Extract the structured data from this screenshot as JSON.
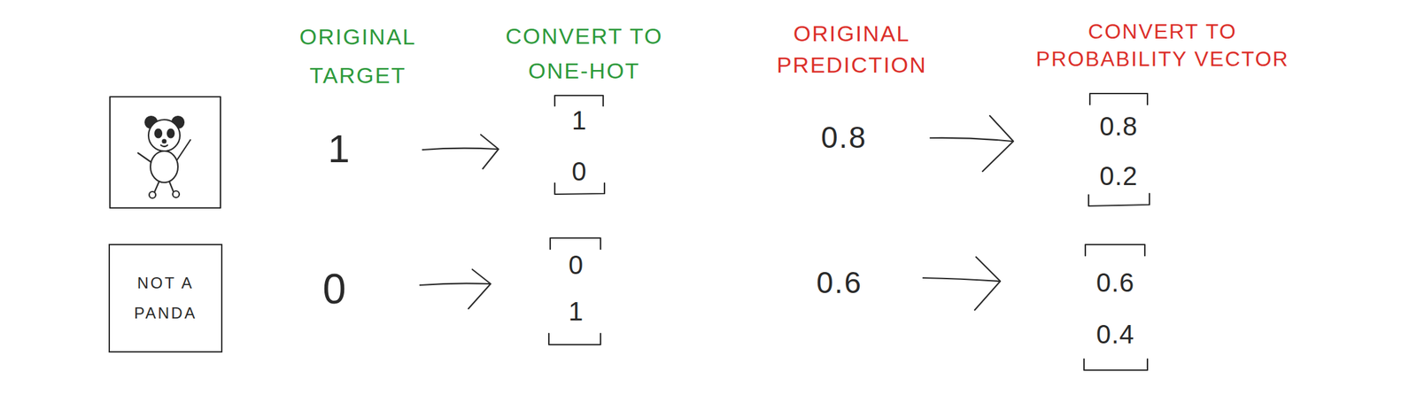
{
  "diagram": {
    "nodes": [
      {
        "text": [
          "NOT A PANDA"
        ]
      }
    ],
    "labels": [
      "ORIGINAL TARGET",
      "CONVERT TO ONE-HOT",
      "ORIGINAL PREDICTION",
      "CONVERT TO PROBABILITY VECTOR",
      "1",
      "1",
      "0",
      "0.8",
      "0.8",
      "0.2",
      "0",
      "0",
      "1",
      "0.6",
      "0.6",
      "0.4"
    ]
  }
}
